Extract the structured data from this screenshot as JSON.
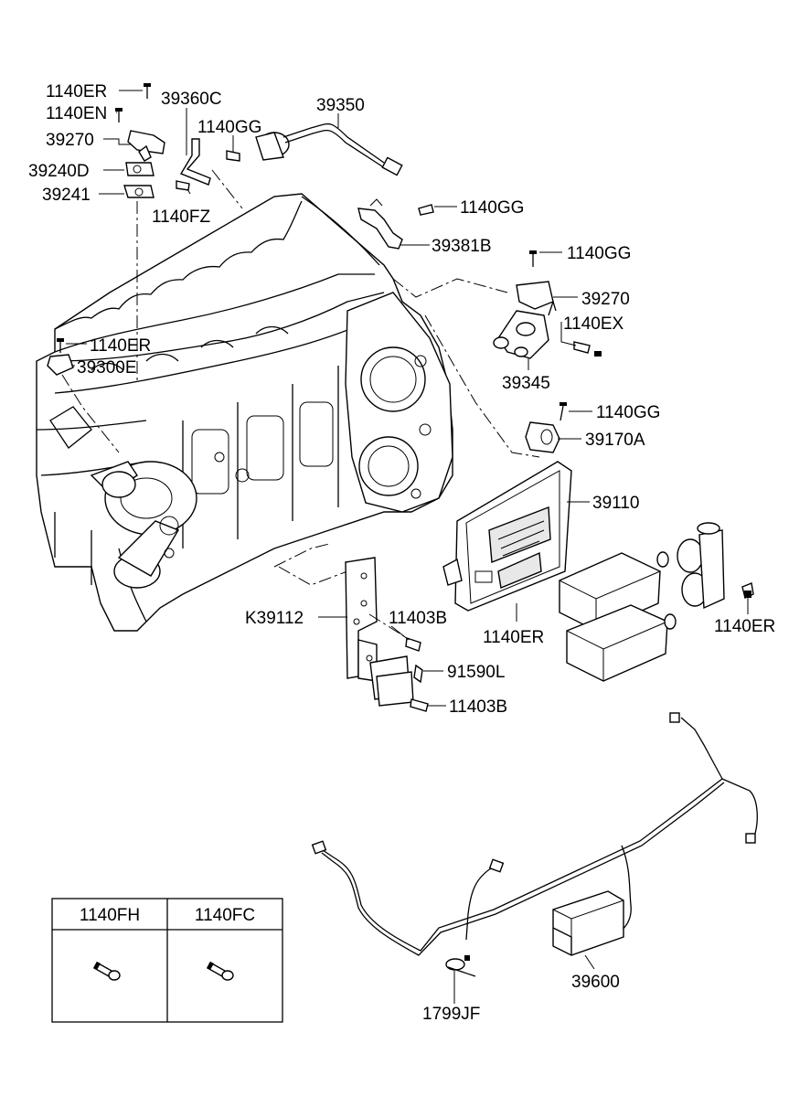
{
  "labels": {
    "l_1140ER_a": "1140ER",
    "l_1140EN": "1140EN",
    "l_39270_a": "39270",
    "l_39240D": "39240D",
    "l_39241": "39241",
    "l_39360C": "39360C",
    "l_1140GG_a": "1140GG",
    "l_39350": "39350",
    "l_1140FZ": "1140FZ",
    "l_1140GG_b": "1140GG",
    "l_39381B": "39381B",
    "l_1140GG_c": "1140GG",
    "l_39270_b": "39270",
    "l_1140EX": "1140EX",
    "l_39345": "39345",
    "l_1140ER_b": "1140ER",
    "l_39300E": "39300E",
    "l_1140GG_d": "1140GG",
    "l_39170A": "39170A",
    "l_39110": "39110",
    "l_K39112": "K39112",
    "l_11403B_a": "11403B",
    "l_1140ER_c": "1140ER",
    "l_1140ER_d": "1140ER",
    "l_91590L": "91590L",
    "l_11403B_b": "11403B",
    "l_39600": "39600",
    "l_1799JF": "1799JF"
  },
  "table": {
    "col1": "1140FH",
    "col2": "1140FC"
  }
}
